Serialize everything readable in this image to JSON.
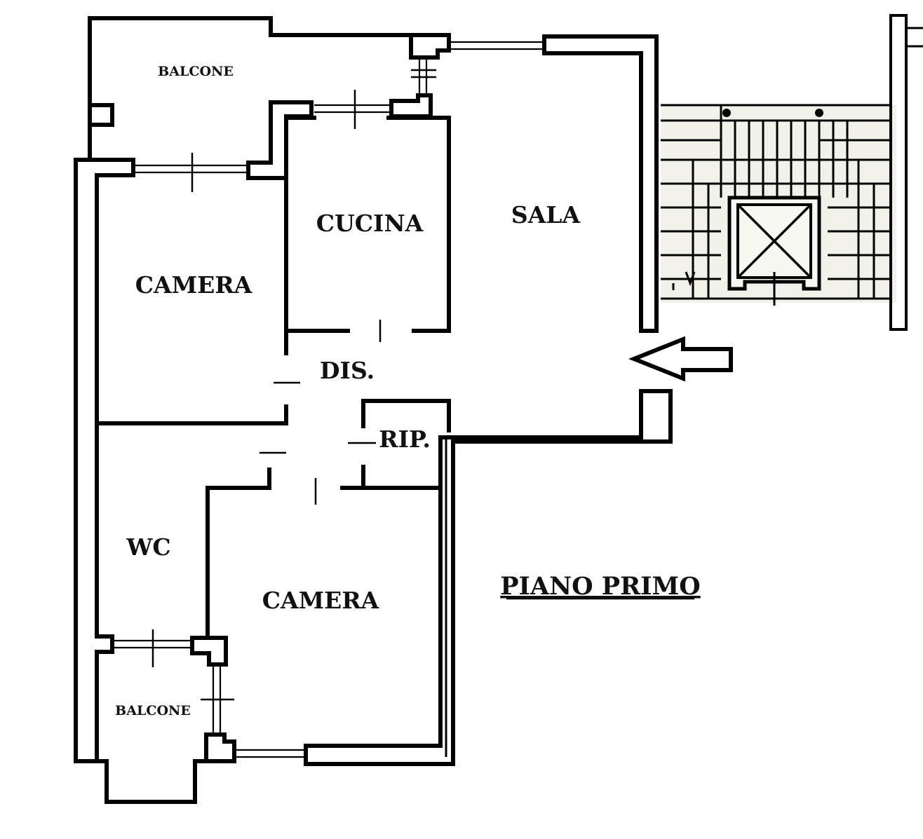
{
  "floor_title": "PIANO PRIMO",
  "rooms": {
    "balcone_top": "BALCONE",
    "cucina": "CUCINA",
    "sala": "SALA",
    "camera_top": "CAMERA",
    "dis": "DIS.",
    "rip": "RIP.",
    "wc": "WC",
    "camera_bottom": "CAMERA",
    "balcone_bottom": "BALCONE"
  },
  "icons": {
    "entrance": "entrance-arrow-icon",
    "stairwell": "staircase-icon",
    "lift": "elevator-icon"
  }
}
